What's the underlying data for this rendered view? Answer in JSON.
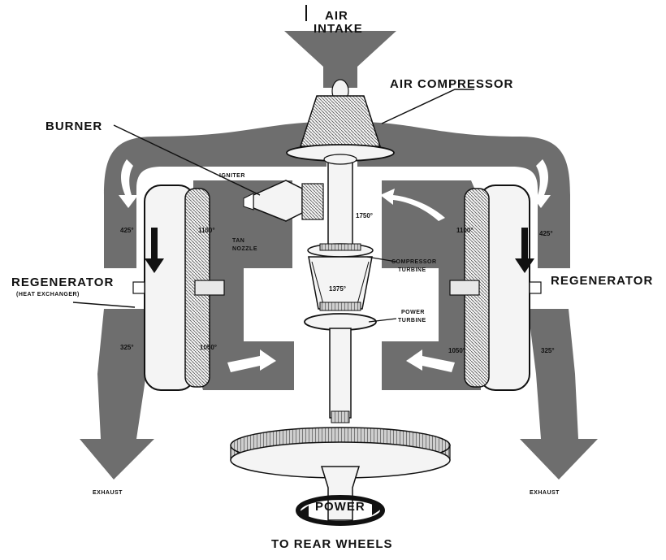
{
  "labels": {
    "air_intake_line1": "AIR",
    "air_intake_line2": "INTAKE",
    "air_compressor": "AIR COMPRESSOR",
    "burner": "BURNER",
    "igniter": "IGNITER",
    "nozzle_line1": "TAN",
    "nozzle_line2": "NOZZLE",
    "regenerator_left": "REGENERATOR",
    "heat_exchanger": "(HEAT EXCHANGER)",
    "regenerator_right": "REGENERATOR",
    "compressor_turbine_line1": "COMPRESSOR",
    "compressor_turbine_line2": "TURBINE",
    "power_turbine_line1": "POWER",
    "power_turbine_line2": "TURBINE",
    "exhaust_left": "EXHAUST",
    "exhaust_right": "EXHAUST",
    "power": "POWER",
    "to_rear_wheels": "TO REAR WHEELS"
  },
  "temperatures": {
    "left_upper_outer": "425°",
    "left_upper_inner": "1100°",
    "left_lower_outer": "325°",
    "left_lower_inner": "1050°",
    "right_upper_inner_a": "1750°",
    "right_upper_inner_b": "1100°",
    "right_upper_outer": "425°",
    "right_lower_inner": "1050°",
    "right_lower_outer": "325°",
    "center": "1375°"
  },
  "colors": {
    "duct": "#6e6e6e",
    "duct_dark": "#4a4a4a",
    "wheel": "#f4f4f4",
    "outline": "#111111",
    "arrow": "#ffffff"
  }
}
